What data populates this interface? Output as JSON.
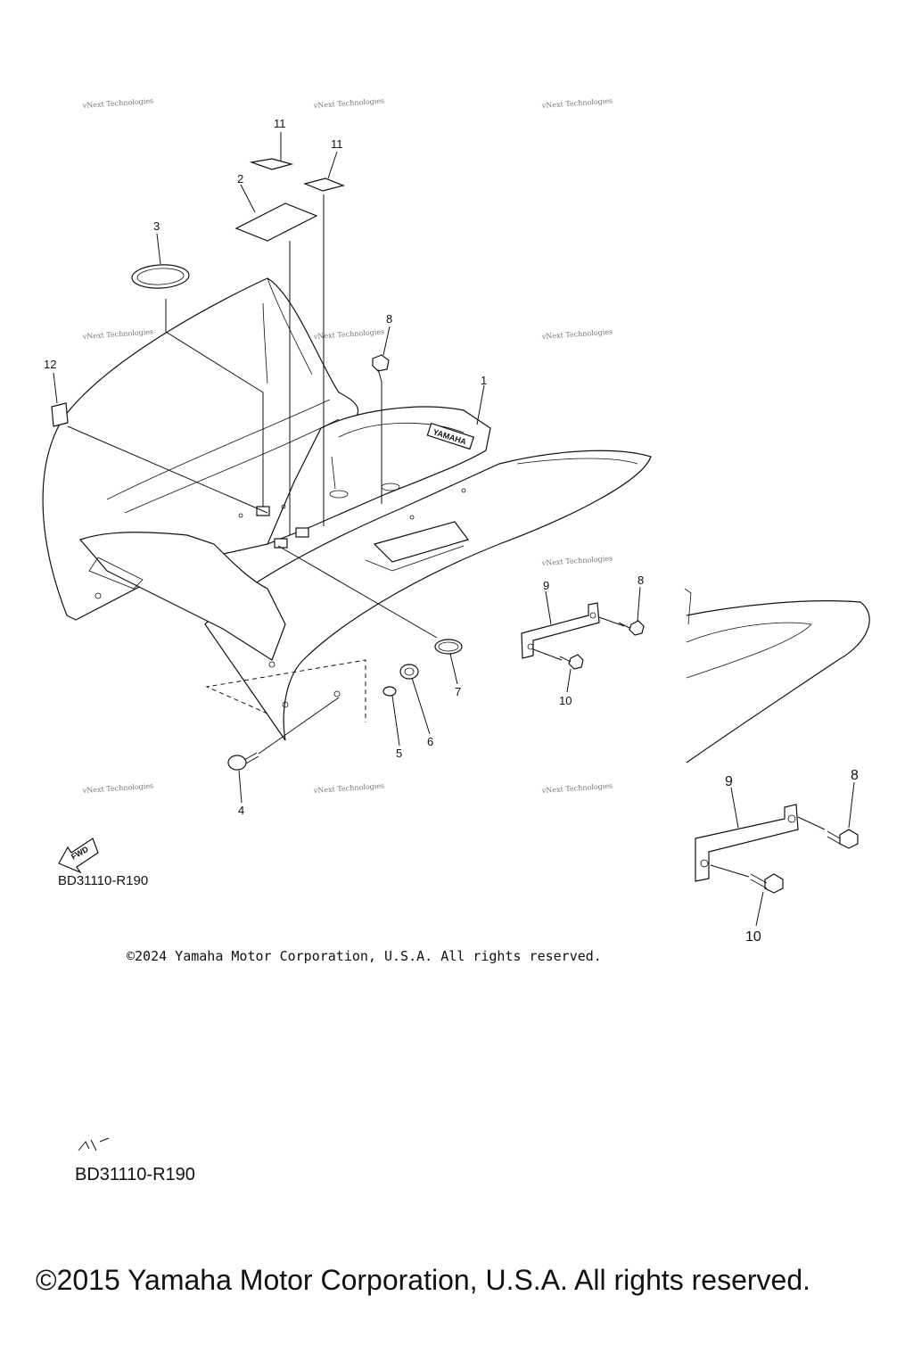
{
  "diagram": {
    "callouts": {
      "c1": "1",
      "c2": "2",
      "c3": "3",
      "c4": "4",
      "c5": "5",
      "c6": "6",
      "c7": "7",
      "c8_top": "8",
      "c8_mid": "8",
      "c8_big": "8",
      "c9_mid": "9",
      "c9_big": "9",
      "c10_mid": "10",
      "c10_big": "10",
      "c11_a": "11",
      "c11_b": "11",
      "c12": "12"
    },
    "watermark": "vNext Technologies",
    "fwd_label": "FWD",
    "brand_mark": "YAMAHA",
    "ref_code_small": "BD31110-R190",
    "copyright_small": "©2024 Yamaha Motor Corporation, U.S.A. All rights reserved.",
    "ref_code_big": "BD31110-R190",
    "copyright_big": "©2015 Yamaha Motor Corporation, U.S.A. All rights reserved."
  }
}
